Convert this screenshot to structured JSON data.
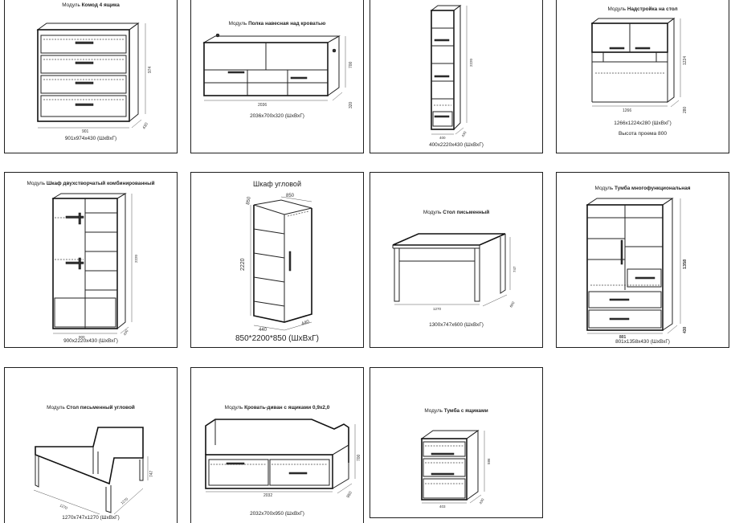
{
  "modules": [
    {
      "id": "m1",
      "prefix": "Модуль",
      "name": "Комод 4 ящика",
      "size": "901х974х430 (ШхВхГ)",
      "dims": [
        "901",
        "974",
        "430"
      ]
    },
    {
      "id": "m2",
      "prefix": "Модуль",
      "name": "Полка навесная над кроватью",
      "size": "2036х700х320 (ШхВхГ)",
      "dims": [
        "2036",
        "700",
        "320"
      ]
    },
    {
      "id": "m3",
      "prefix": "",
      "name": "",
      "size": "400х2220х430 (ШхВхГ)",
      "dims": [
        "400",
        "2220",
        "430"
      ]
    },
    {
      "id": "m4",
      "prefix": "Модуль",
      "name": "Надстройка на стол",
      "size": "1266х1224х280 (ШхВхГ)",
      "note": "Высота проема 800",
      "dims": [
        "1266",
        "1224",
        "280"
      ]
    },
    {
      "id": "m5",
      "prefix": "Модуль",
      "name": "Шкаф двухстворчатый комбинированный",
      "size": "900х2220х430 (ШхВхГ)",
      "dims": [
        "900",
        "2220",
        "430"
      ]
    },
    {
      "id": "m6",
      "prefix": "",
      "name": "Шкаф угловой",
      "size": "850*2200*850 (ШхВхГ)",
      "dims": [
        "850",
        "850",
        "2220",
        "440",
        "440"
      ]
    },
    {
      "id": "m7",
      "prefix": "Модуль",
      "name": "Стол письменный",
      "size": "1300х747х600 (ШхВхГ)",
      "dims": [
        "1270",
        "747",
        "600"
      ]
    },
    {
      "id": "m8",
      "prefix": "Модуль",
      "name": "Тумба многофункциональная",
      "size": "801х1358х430 (ШхВхГ)",
      "dims": [
        "801",
        "1358",
        "430"
      ]
    },
    {
      "id": "m9",
      "prefix": "Модуль",
      "name": "Стол письменный угловой",
      "size": "1270х747х1270 (ШхВхГ)",
      "dims": [
        "1270",
        "747",
        "1270"
      ]
    },
    {
      "id": "m10",
      "prefix": "Модуль",
      "name": "Кровать-диван с ящиками 0,9х2,0",
      "size": "2032х700х950 (ШхВхГ)",
      "dims": [
        "2032",
        "700",
        "950"
      ]
    },
    {
      "id": "m11",
      "prefix": "Модуль",
      "name": "Тумба с ящиками",
      "size": "",
      "dims": [
        "403",
        "586",
        "430"
      ]
    }
  ]
}
